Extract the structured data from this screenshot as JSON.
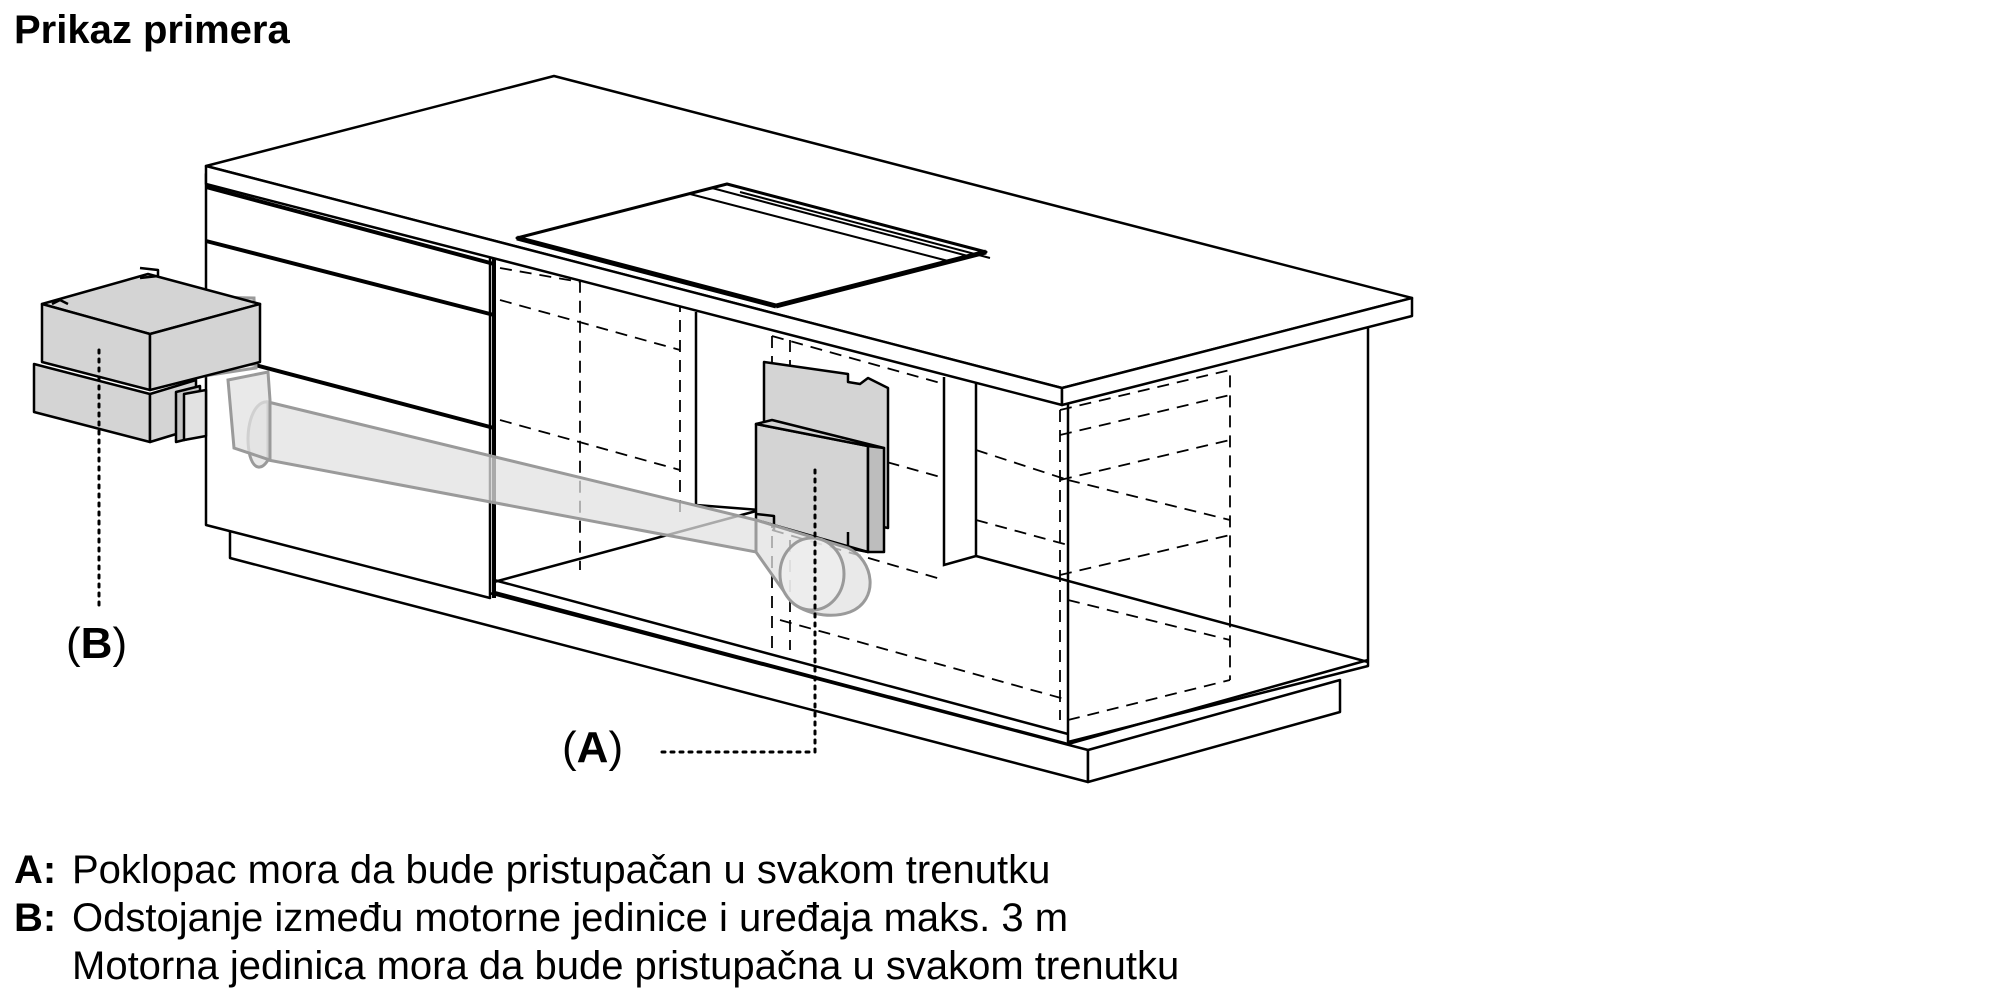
{
  "title": "Prikaz primera",
  "callouts": {
    "a": {
      "open": "(",
      "letter": "A",
      "close": ")"
    },
    "b": {
      "open": "(",
      "letter": "B",
      "close": ")"
    }
  },
  "legend": [
    {
      "key": "A:",
      "lines": [
        "Poklopac mora da bude pristupačan u svakom trenutku"
      ]
    },
    {
      "key": "B:",
      "lines": [
        "Odstojanje između motorne jedinice i uređaja maks. 3 m",
        "Motorna jedinica mora da bude pristupačna u svakom trenutku"
      ]
    }
  ],
  "colors": {
    "line": "#000000",
    "gray_fill": "#d4d4d4",
    "duct_fill": "#e2e2e2",
    "duct_stroke": "#9a9a9a"
  }
}
